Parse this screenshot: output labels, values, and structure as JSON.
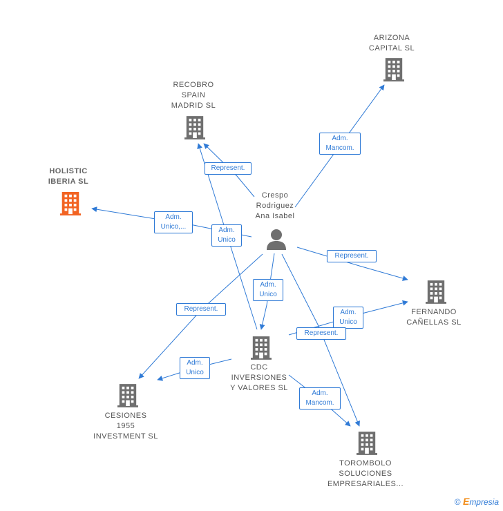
{
  "colors": {
    "edge": "#2f7ad6",
    "company": "#6f6f6f",
    "highlight": "#f26322",
    "person": "#6f6f6f"
  },
  "nodes": {
    "arizona": {
      "label": "ARIZONA\nCAPITAL  SL",
      "icon": "building-icon"
    },
    "recobro": {
      "label": "RECOBRO\nSPAIN\nMADRID  SL",
      "icon": "building-icon"
    },
    "holistic": {
      "label": "HOLISTIC\nIBERIA  SL",
      "icon": "building-icon"
    },
    "person": {
      "label": "Crespo\nRodriguez\nAna Isabel",
      "icon": "person-icon"
    },
    "fernando": {
      "label": "FERNANDO\nCAÑELLAS SL",
      "icon": "building-icon"
    },
    "cdc": {
      "label": "CDC\nINVERSIONES\nY VALORES SL",
      "icon": "building-icon"
    },
    "cesiones": {
      "label": "CESIONES\n1955\nINVESTMENT SL",
      "icon": "building-icon"
    },
    "torombolo": {
      "label": "TOROMBOLO\nSOLUCIONES\nEMPRESARIALES...",
      "icon": "building-icon"
    }
  },
  "edge_labels": {
    "arizona": "Adm.\nMancom.",
    "recobro": "Represent.",
    "holistic": "Adm.\nUnico,...",
    "cdc_from_person": "Adm.\nUnico",
    "recobro_from_cdc": "Adm.\nUnico",
    "fernando_from_person": "Represent.",
    "fernando_from_cdc": "Adm.\nUnico",
    "torombolo_from_person": "Represent.",
    "cesiones_from_person": "Represent.",
    "cesiones_from_cdc": "Adm.\nUnico",
    "torombolo_from_cdc": "Adm.\nMancom."
  },
  "footer": {
    "copyright": "©",
    "brand_first": "E",
    "brand_rest": "mpresia"
  }
}
